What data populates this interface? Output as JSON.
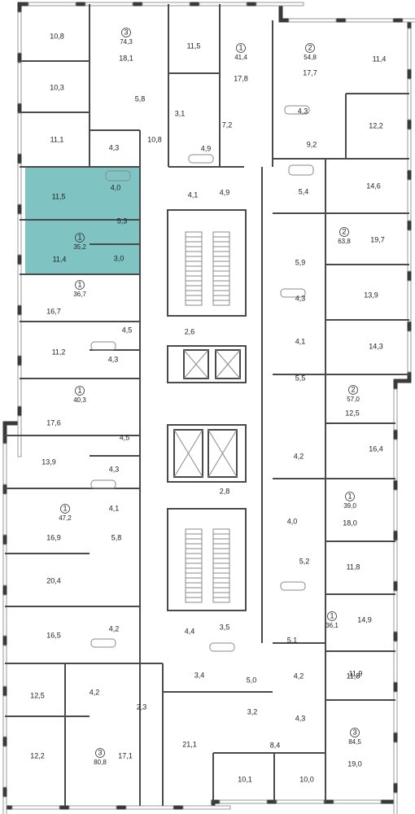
{
  "accent_color": "#7fc3c3",
  "apartments": [
    {
      "rooms": "3",
      "area": "74,3"
    },
    {
      "rooms": "1",
      "area": "41,4"
    },
    {
      "rooms": "2",
      "area": "54,8"
    },
    {
      "rooms": "1",
      "area": "35,2",
      "selected": true
    },
    {
      "rooms": "2",
      "area": "63,8"
    },
    {
      "rooms": "1",
      "area": "36,7"
    },
    {
      "rooms": "1",
      "area": "40,3"
    },
    {
      "rooms": "2",
      "area": "57,0"
    },
    {
      "rooms": "1",
      "area": "47,2"
    },
    {
      "rooms": "1",
      "area": "39,0"
    },
    {
      "rooms": "1",
      "area": "36,1"
    },
    {
      "rooms": "3",
      "area": "80,8"
    },
    {
      "rooms": "3",
      "area": "84,5"
    }
  ],
  "room_areas": [
    "10,8",
    "18,1",
    "11,5",
    "17,8",
    "17,7",
    "11,4",
    "10,3",
    "5,8",
    "3,1",
    "11,1",
    "4,3",
    "10,8",
    "4,9",
    "7,2",
    "4,3",
    "9,2",
    "12,2",
    "11,5",
    "4,0",
    "5,3",
    "11,4",
    "3,0",
    "4,1",
    "4,9",
    "5,4",
    "14,6",
    "19,7",
    "5,9",
    "2,6",
    "4,5",
    "16,7",
    "11,2",
    "4,3",
    "13,9",
    "4,3",
    "4,1",
    "14,3",
    "5,5",
    "17,6",
    "4,5",
    "12,5",
    "13,9",
    "4,3",
    "4,1",
    "16,4",
    "4,2",
    "2,8",
    "16,9",
    "5,8",
    "18,0",
    "4,0",
    "20,4",
    "5,2",
    "11,8",
    "16,5",
    "4,2",
    "4,4",
    "3,5",
    "14,9",
    "5,1",
    "11,8",
    "3,4",
    "5,0",
    "4,2",
    "11,9",
    "12,5",
    "4,2",
    "2,3",
    "3,2",
    "4,3",
    "21,1",
    "8,4",
    "12,2",
    "17,1",
    "19,0",
    "10,1",
    "10,0"
  ]
}
